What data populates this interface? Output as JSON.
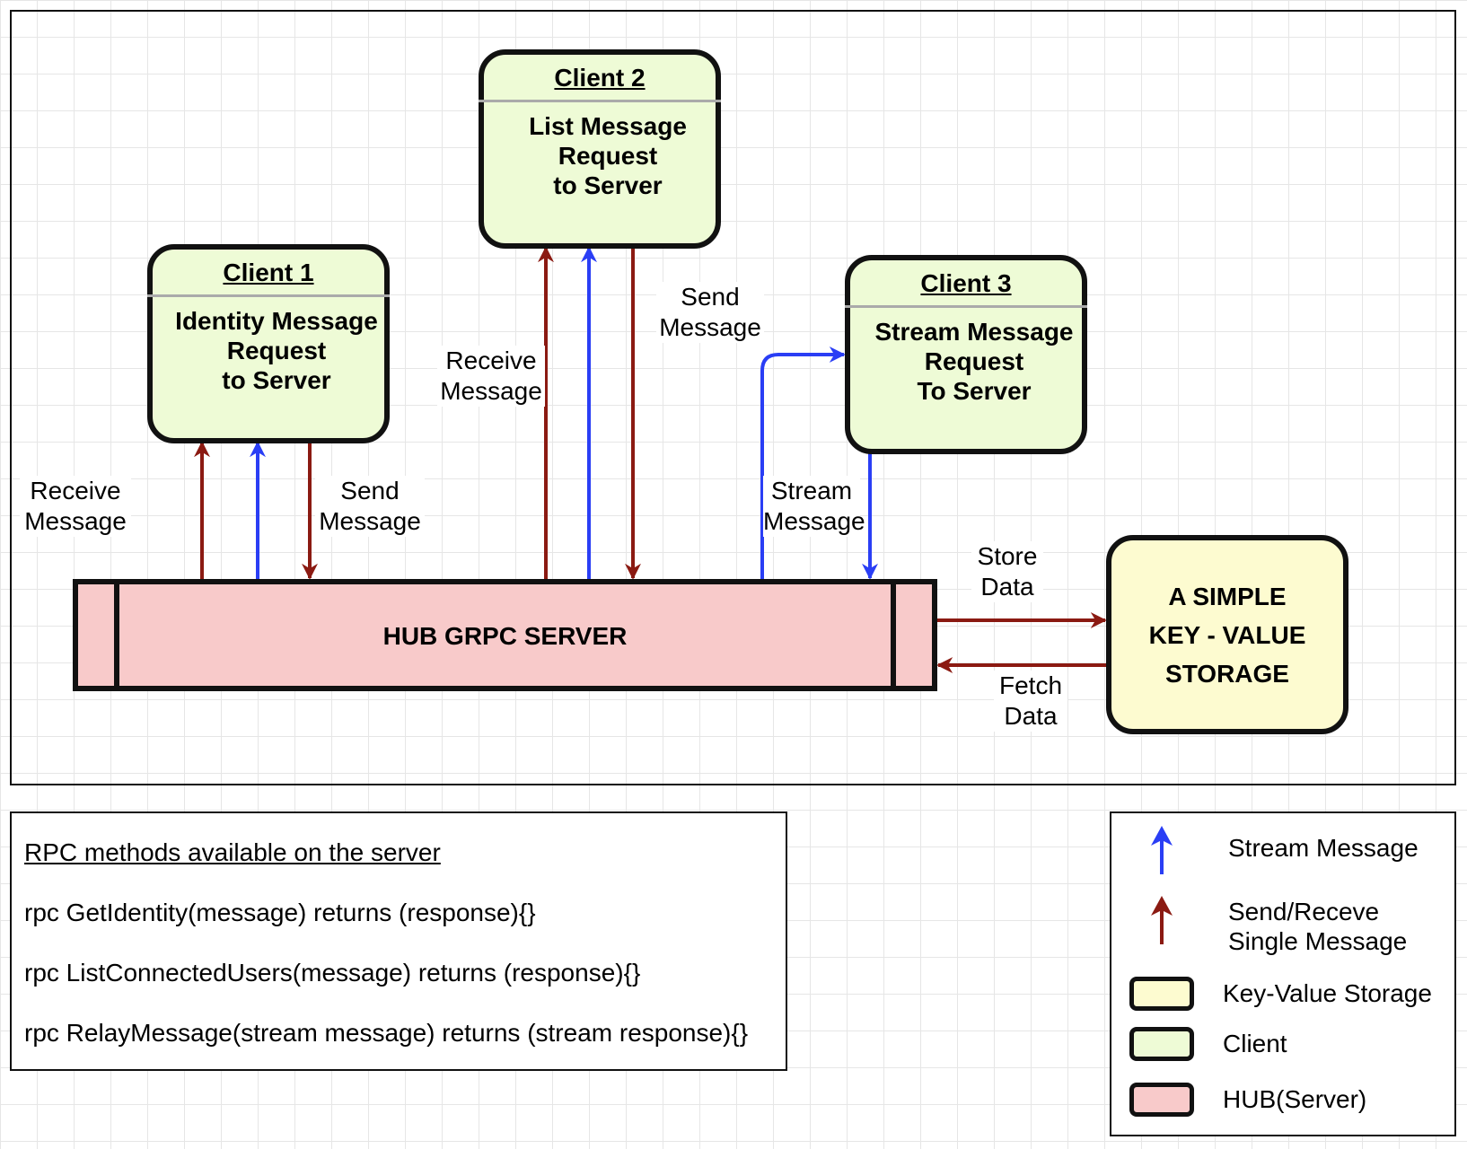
{
  "colors": {
    "stream_arrow": "#2a3ef5",
    "single_arrow": "#8b1a12",
    "client_fill": "#eefbd6",
    "hub_fill": "#f8caca",
    "storage_fill": "#fdfbd0"
  },
  "clients": [
    {
      "title": "Client 1",
      "body": "Identity Message\nRequest\nto Server"
    },
    {
      "title": "Client 2",
      "body": "List Message\nRequest\nto Server"
    },
    {
      "title": "Client 3",
      "body": "Stream Message\nRequest\nTo Server"
    }
  ],
  "hub": {
    "label": "HUB GRPC SERVER"
  },
  "storage": {
    "label": "A SIMPLE\nKEY - VALUE\nSTORAGE"
  },
  "edge_labels": {
    "c1_receive": "Receive\nMessage",
    "c1_send": "Send\nMessage",
    "c2_receive": "Receive\nMessage",
    "c2_send": "Send\nMessage",
    "c3_stream": "Stream\nMessage",
    "store": "Store\nData",
    "fetch": "Fetch\nData"
  },
  "rpc": {
    "title": "RPC methods available on the server",
    "methods": [
      "rpc GetIdentity(message) returns (response){}",
      "rpc ListConnectedUsers(message) returns (response){}",
      "rpc RelayMessage(stream message) returns (stream response){}"
    ]
  },
  "legend": {
    "stream": "Stream Message",
    "single": "Send/Receve\nSingle Message",
    "storage": "Key-Value Storage",
    "client": "Client",
    "hub": "HUB(Server)"
  }
}
